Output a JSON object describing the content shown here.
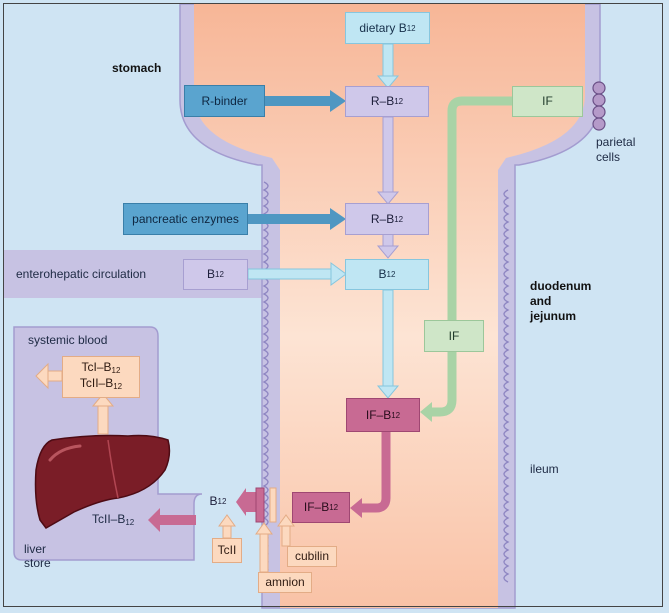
{
  "labels": {
    "stomach": "stomach",
    "parietal_cells": [
      "parietal",
      "cells"
    ],
    "enterohepatic": "enterohepatic circulation",
    "duodenum": [
      "duodenum",
      "and",
      "jejunum"
    ],
    "systemic_blood": "systemic blood",
    "ileum": "ileum",
    "liver_store": [
      "liver",
      "store"
    ]
  },
  "boxes": {
    "dietary": {
      "text": "dietary B",
      "sub": "12"
    },
    "r_binder": {
      "text": "R-binder",
      "sub": ""
    },
    "r_b12_1": {
      "text": "R–B",
      "sub": "12"
    },
    "if_top": {
      "text": "IF",
      "sub": ""
    },
    "pancreatic": {
      "text": "pancreatic enzymes",
      "sub": ""
    },
    "r_b12_2": {
      "text": "R–B",
      "sub": "12"
    },
    "b12_left": {
      "text": "B",
      "sub": "12"
    },
    "b12_center": {
      "text": "B",
      "sub": "12"
    },
    "if_mid": {
      "text": "IF",
      "sub": ""
    },
    "if_b12": {
      "text": "IF–B",
      "sub": "12"
    },
    "if_b12_wall": {
      "text": "IF–B",
      "sub": "12"
    },
    "b12_cell": {
      "text": "B",
      "sub": "12"
    },
    "tcii": {
      "text": "TcII",
      "sub": ""
    },
    "cubilin": {
      "text": "cubilin",
      "sub": ""
    },
    "amnion": {
      "text": "amnion",
      "sub": ""
    },
    "tc_line1": {
      "text": "TcI–B",
      "sub": "12"
    },
    "tc_line2": {
      "text": "TcII–B",
      "sub": "12"
    },
    "tcii_b12_out": {
      "text": "TcII–B",
      "sub": "12"
    }
  }
}
